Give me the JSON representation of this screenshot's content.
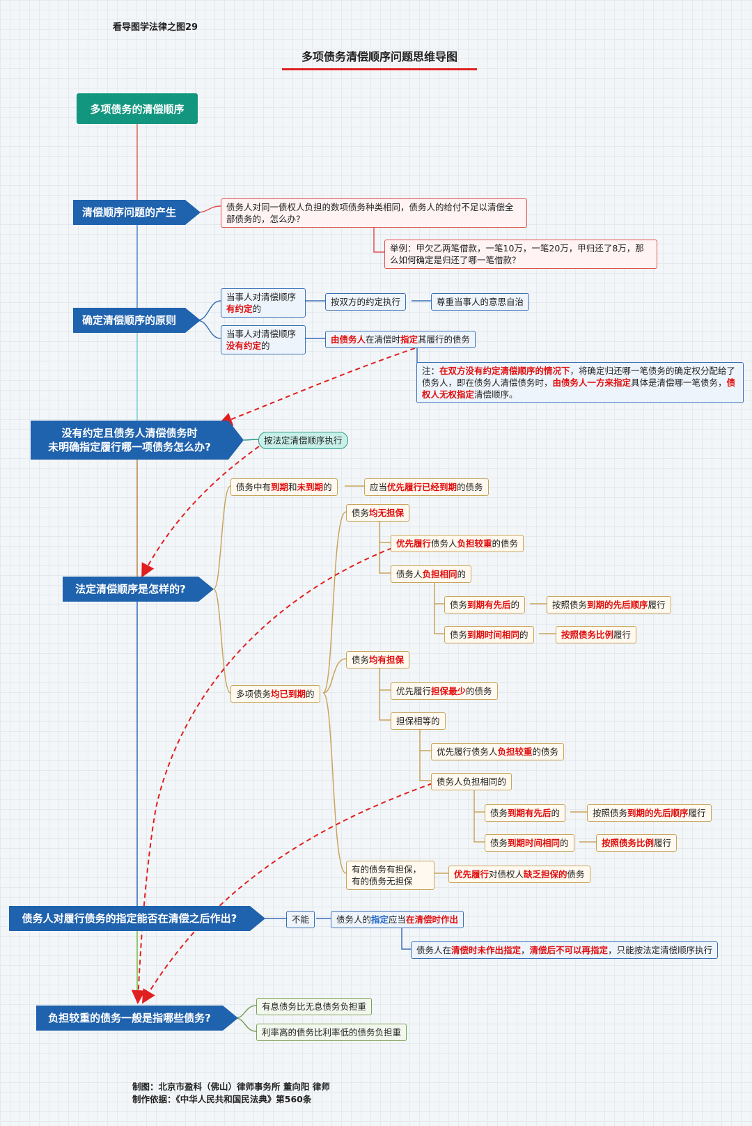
{
  "header": {
    "series_label": "看导图学法律之图29",
    "title": "多项债务清偿顺序问题思维导图"
  },
  "root": "多项债务的清偿顺序",
  "branches": {
    "b1": {
      "label": "清偿顺序问题的产生",
      "issue": "债务人对同一债权人负担的数项债务种类相同，债务人的给付不足以清偿全部债务的，怎么办？",
      "example": "举例：甲欠乙两笔借款，一笔10万，一笔20万，甲归还了8万，那么如何确定是归还了哪一笔借款？"
    },
    "b2": {
      "label": "确定清偿顺序的原则",
      "agreed_a": "当事人对清偿顺序",
      "agreed_b": "有约定",
      "agreed_c": "的",
      "agreed_action": "按双方的约定执行",
      "agreed_reason": "尊重当事人的意思自治",
      "none_a": "当事人对清偿顺序",
      "none_b": "没有约定",
      "none_c": "的",
      "none_p1": "由债务人",
      "none_p2": "在清偿时",
      "none_p3": "指定",
      "none_p4": "其履行的债务",
      "note_p1": "注：",
      "note_p2": "在双方没有约定清偿顺序的情况下",
      "note_p3": "，将确定归还哪一笔债务的确定权分配给了债务人，即在债务人清偿债务时，",
      "note_p4": "由债务人一方来指定",
      "note_p5": "具体是清偿哪一笔债务，",
      "note_p6": "债权人无权指定",
      "note_p7": "清偿顺序。"
    },
    "b3": {
      "label_line1": "没有约定且债务人清偿债务时",
      "label_line2": "未明确指定履行哪一项债务怎么办?",
      "answer": "按法定清偿顺序执行"
    },
    "b4": {
      "label": "法定清偿顺序是怎样的?",
      "mixed": {
        "p1": "债务中有",
        "p2": "到期",
        "p3": "和",
        "p4": "未到期",
        "p5": "的"
      },
      "mixed_rule": {
        "p1": "应当",
        "p2": "优先履行已经到期",
        "p3": "的债务"
      },
      "all_due": {
        "p1": "多项债务",
        "p2": "均已到期",
        "p3": "的"
      },
      "no_guarantee": {
        "label_p1": "债务",
        "label_p2": "均无担保",
        "heavier": {
          "p1": "优先履行",
          "p2": "债务人",
          "p3": "负担较重",
          "p4": "的债务"
        },
        "same": {
          "p1": "债务人",
          "p2": "负担相同",
          "p3": "的"
        },
        "due_order": {
          "p1": "债务",
          "p2": "到期有先后",
          "p3": "的"
        },
        "due_order_rule": {
          "p1": "按照债务",
          "p2": "到期的先后顺序",
          "p3": "履行"
        },
        "due_same": {
          "p1": "债务",
          "p2": "到期时间相同",
          "p3": "的"
        },
        "due_same_rule": {
          "p1": "按照债务比例",
          "p2": "履行"
        }
      },
      "has_guarantee": {
        "label_p1": "债务",
        "label_p2": "均有担保",
        "least": {
          "p1": "优先履行",
          "p2": "担保最少",
          "p3": "的债务"
        },
        "equal": "担保相等的",
        "heavier": {
          "p1": "优先履行债务人",
          "p2": "负担较重",
          "p3": "的债务"
        },
        "same": "债务人负担相同的",
        "due_order": {
          "p1": "债务",
          "p2": "到期有先后",
          "p3": "的"
        },
        "due_order_rule": {
          "p1": "按照债务",
          "p2": "到期的先后顺序",
          "p3": "履行"
        },
        "due_same": {
          "p1": "债务",
          "p2": "到期时间相同",
          "p3": "的"
        },
        "due_same_rule": {
          "p1": "按照债务比例",
          "p2": "履行"
        }
      },
      "partial": {
        "line1": "有的债务有担保，",
        "line2": "有的债务无担保",
        "rule": {
          "p1": "优先履行",
          "p2": "对债权人",
          "p3": "缺乏担保的",
          "p4": "债务"
        }
      }
    },
    "b5": {
      "label": "债务人对履行债务的指定能否在清偿之后作出?",
      "answer": "不能",
      "rule": {
        "p1": "债务人的",
        "p2": "指定",
        "p3": "应当",
        "p4": "在清偿时作出"
      },
      "detail": {
        "p1": "债务人在",
        "p2": "清偿时未作出指定",
        "p3": "，",
        "p4": "清偿后不可以再指定",
        "p5": "，只能按法定清偿顺序执行"
      }
    },
    "b6": {
      "label": "负担较重的债务一般是指哪些债务?",
      "item1": "有息债务比无息债务负担重",
      "item2": "利率高的债务比利率低的债务负担重"
    }
  },
  "footer": {
    "maker": "制图：北京市盈科（佛山）律师事务所  董向阳 律师",
    "basis": "制作依据：《中华人民共和国民法典》第560条"
  },
  "colors": {
    "root": "#12967f",
    "main": "#1f62ad",
    "highlight_red": "#e01010",
    "highlight_blue": "#1e64c8",
    "dashed_arrow": "#e02020"
  }
}
